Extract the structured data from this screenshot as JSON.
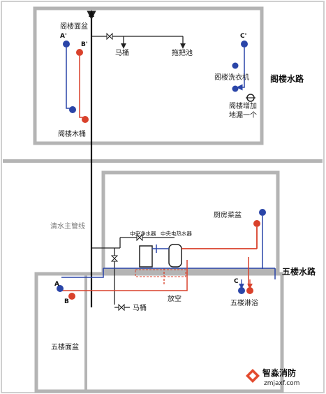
{
  "labels": {
    "attic_basin": "阁楼面盆",
    "attic_A": "A'",
    "attic_B": "B'",
    "attic_C": "C'",
    "attic_toilet": "马桶",
    "attic_mop_pool": "拖把池",
    "attic_washer": "阁楼洗衣机",
    "attic_floor_drain_1": "阁楼增加",
    "attic_floor_drain_2": "地漏一个",
    "attic_bucket": "阁楼木桶",
    "attic_circuit": "阁楼水路",
    "main_pipe": "清水主管线",
    "kitchen_sink": "厨房菜盆",
    "central_purifier": "中央净水器",
    "central_heater": "中央电热水器",
    "fifth_circuit": "五楼水路",
    "fifth_A": "A",
    "fifth_B": "B",
    "fifth_C": "C",
    "drain_empty": "放空",
    "fifth_toilet": "马桶",
    "fifth_shower": "五楼淋浴",
    "fifth_basin": "五楼面盆",
    "logo_text": "智淼消防",
    "logo_url": "zmjaxf.com"
  },
  "colors": {
    "hot": "#d9412b",
    "cold": "#2a45a8",
    "drain": "#333333",
    "wall": "#b4b4b4"
  }
}
